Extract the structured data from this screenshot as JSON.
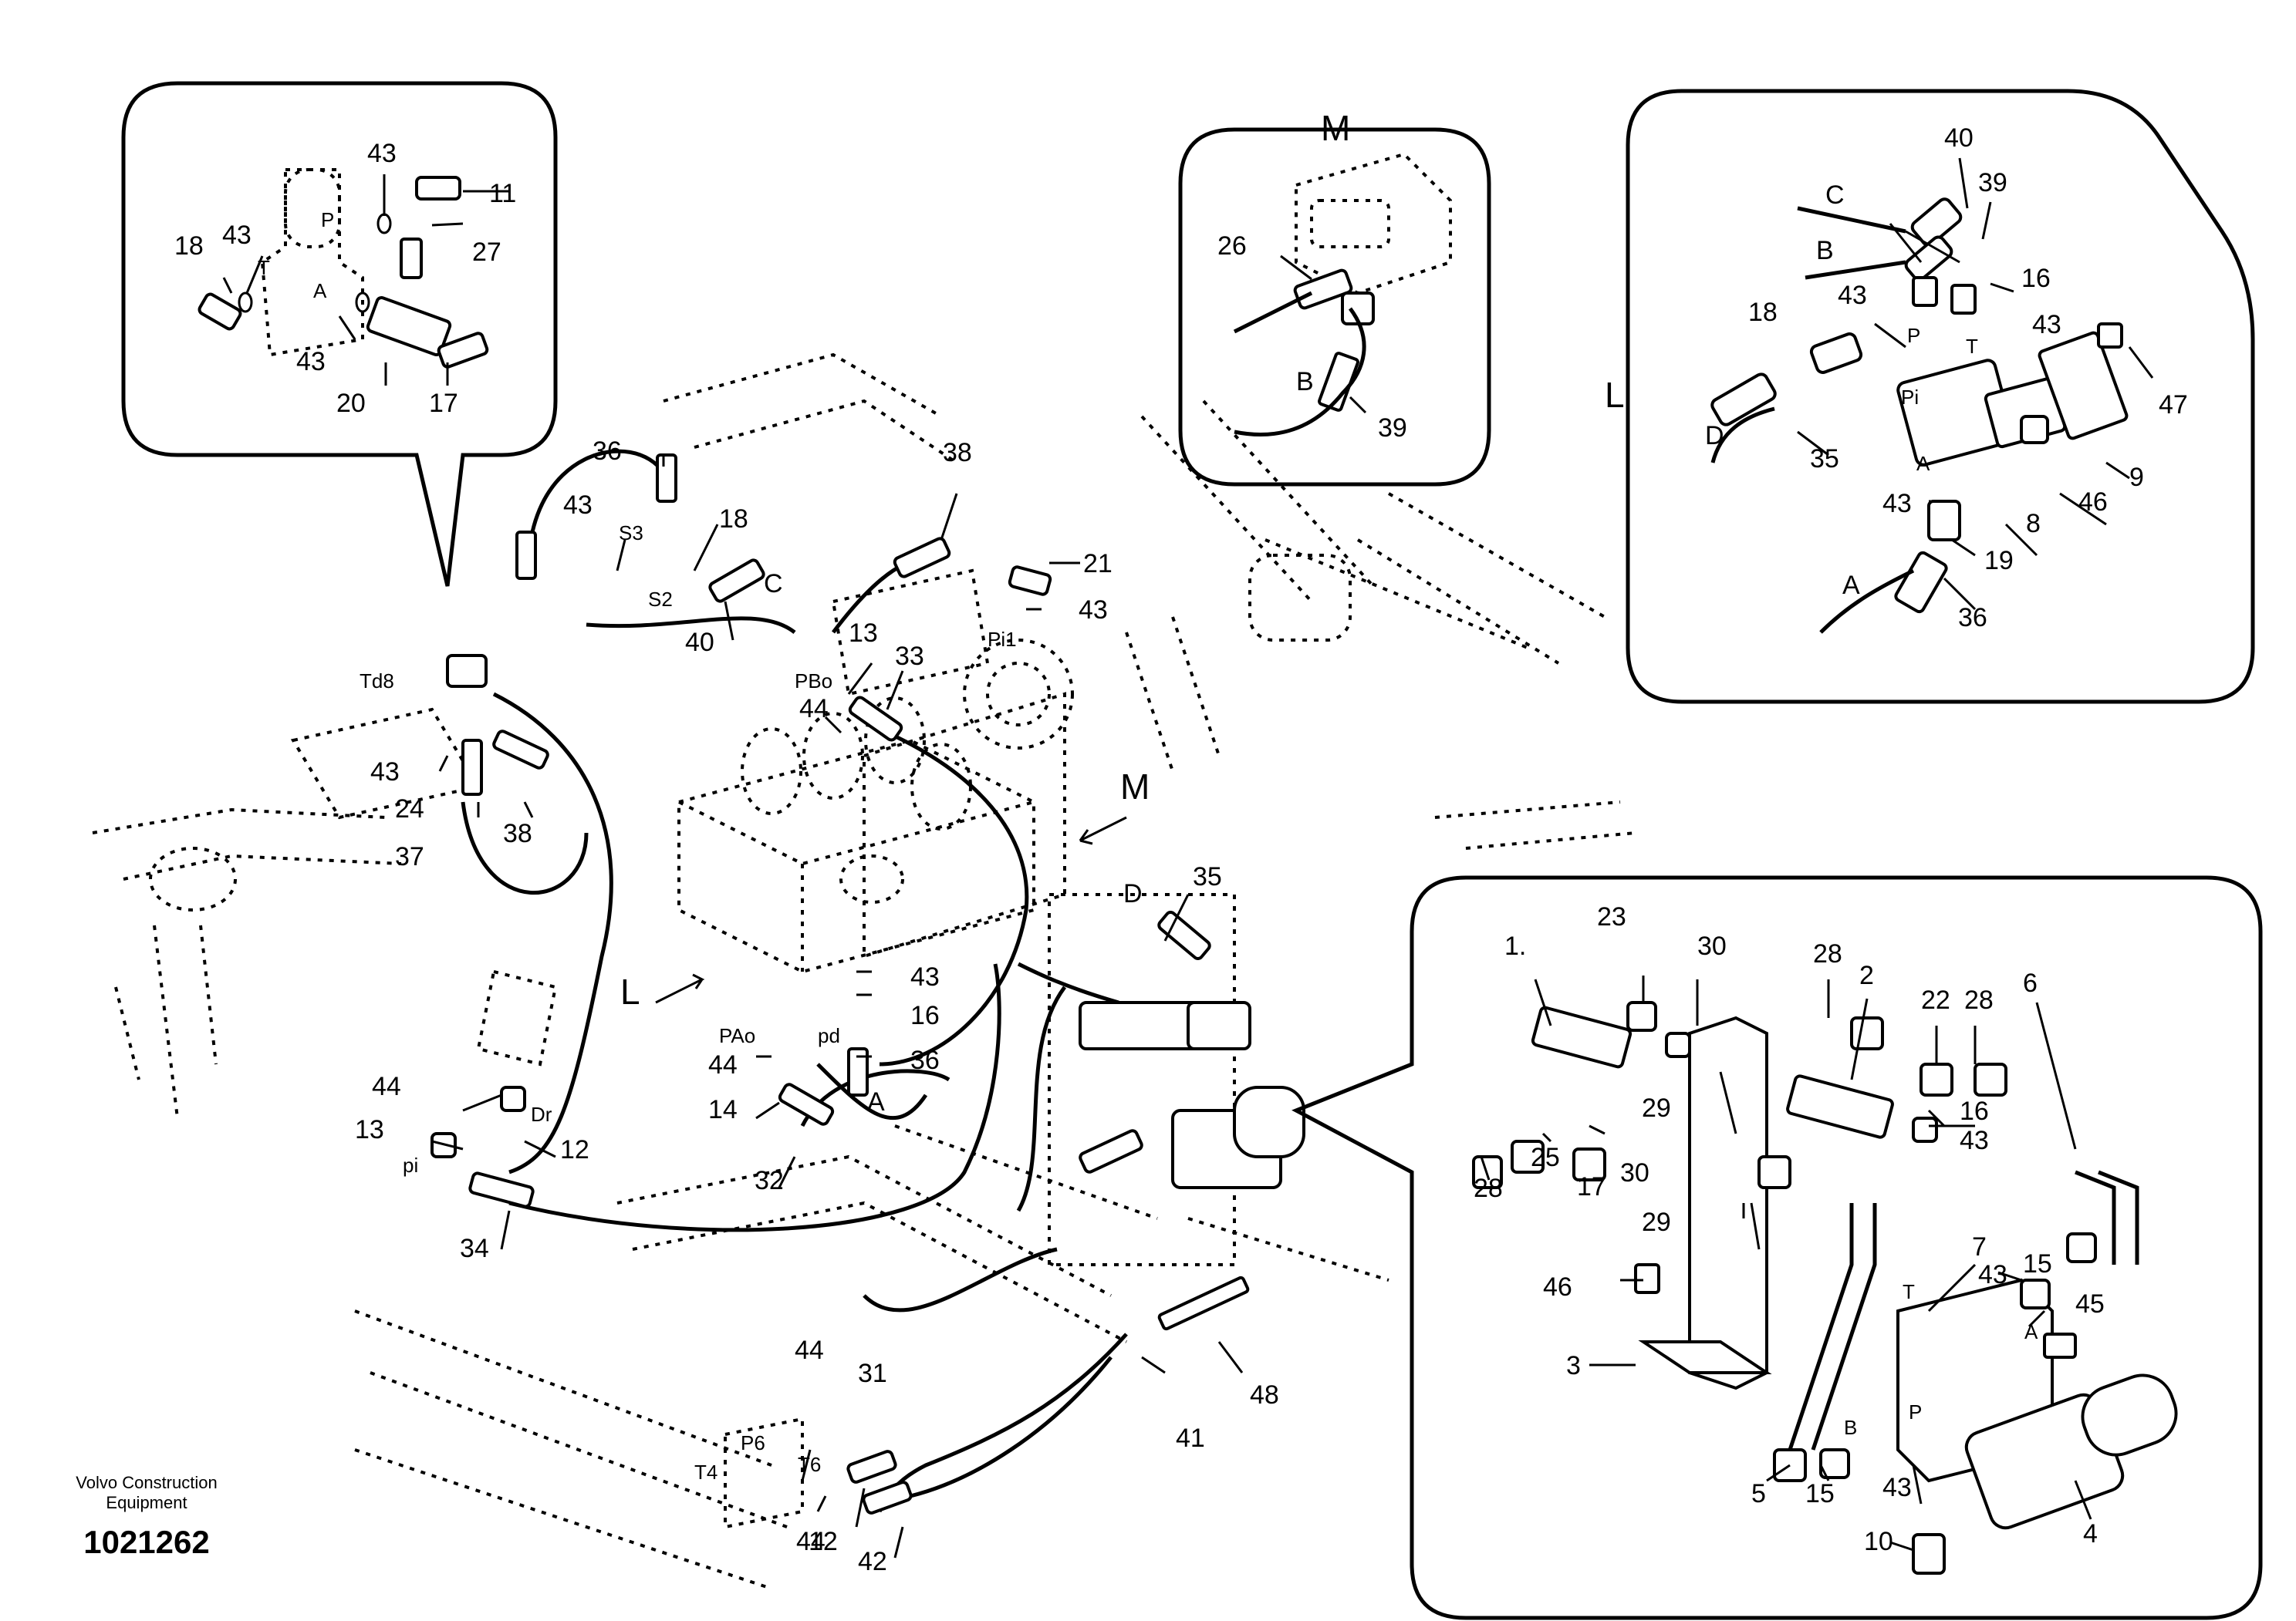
{
  "footer": {
    "brand_line1": "Volvo Construction",
    "brand_line2": "Equipment",
    "doc_number": "1021262"
  },
  "detail_letters": {
    "l": "L",
    "m": "M"
  },
  "ports": {
    "p": "P",
    "t": "T",
    "a": "A",
    "pi": "Pi",
    "pi1": "Pi1",
    "pbo": "PBo",
    "pao": "PAo",
    "pd": "pd",
    "dr": "Dr",
    "pi_small": "pi",
    "td8": "Td8",
    "s2": "S2",
    "s3": "S3",
    "p6": "P6",
    "t6": "T6",
    "t4": "T4",
    "b": "B",
    "hose_a": "A",
    "hose_b": "B",
    "hose_c": "C",
    "hose_d": "D"
  },
  "callouts": {
    "topleft": [
      "43",
      "11",
      "18",
      "43",
      "27",
      "43",
      "20",
      "17"
    ],
    "main": [
      "36",
      "18",
      "43",
      "38",
      "21",
      "43",
      "13",
      "33",
      "44",
      "40",
      "43",
      "24",
      "37",
      "38",
      "35",
      "43",
      "16",
      "36",
      "44",
      "14",
      "32",
      "44",
      "13",
      "12",
      "34",
      "44",
      "31",
      "12",
      "42",
      "41",
      "48"
    ],
    "m_detail": [
      "26",
      "39"
    ],
    "l_detail": [
      "40",
      "39",
      "16",
      "43",
      "43",
      "18",
      "47",
      "35",
      "46",
      "9",
      "8",
      "43",
      "19",
      "36"
    ],
    "br_detail": [
      "1.",
      "23",
      "30",
      "28",
      "2",
      "22",
      "28",
      "6",
      "29",
      "25",
      "17",
      "28",
      "16",
      "43",
      "30",
      "29",
      "46",
      "7",
      "43",
      "15",
      "45",
      "3",
      "5",
      "15",
      "43",
      "10",
      "4"
    ]
  }
}
